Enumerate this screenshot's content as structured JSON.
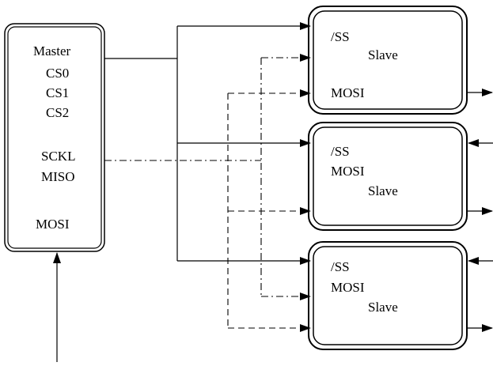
{
  "master": {
    "title": "Master",
    "cs0": "CS0",
    "cs1": "CS1",
    "cs2": "CS2",
    "sckl": "SCKL",
    "miso": "MISO",
    "mosi": "MOSI"
  },
  "slaves": [
    {
      "ss": "/SS",
      "name": "Slave",
      "mosi": "MOSI"
    },
    {
      "ss": "/SS",
      "mosi": "MOSI",
      "name": "Slave"
    },
    {
      "ss": "/SS",
      "mosi": "MOSI",
      "name": "Slave"
    }
  ]
}
